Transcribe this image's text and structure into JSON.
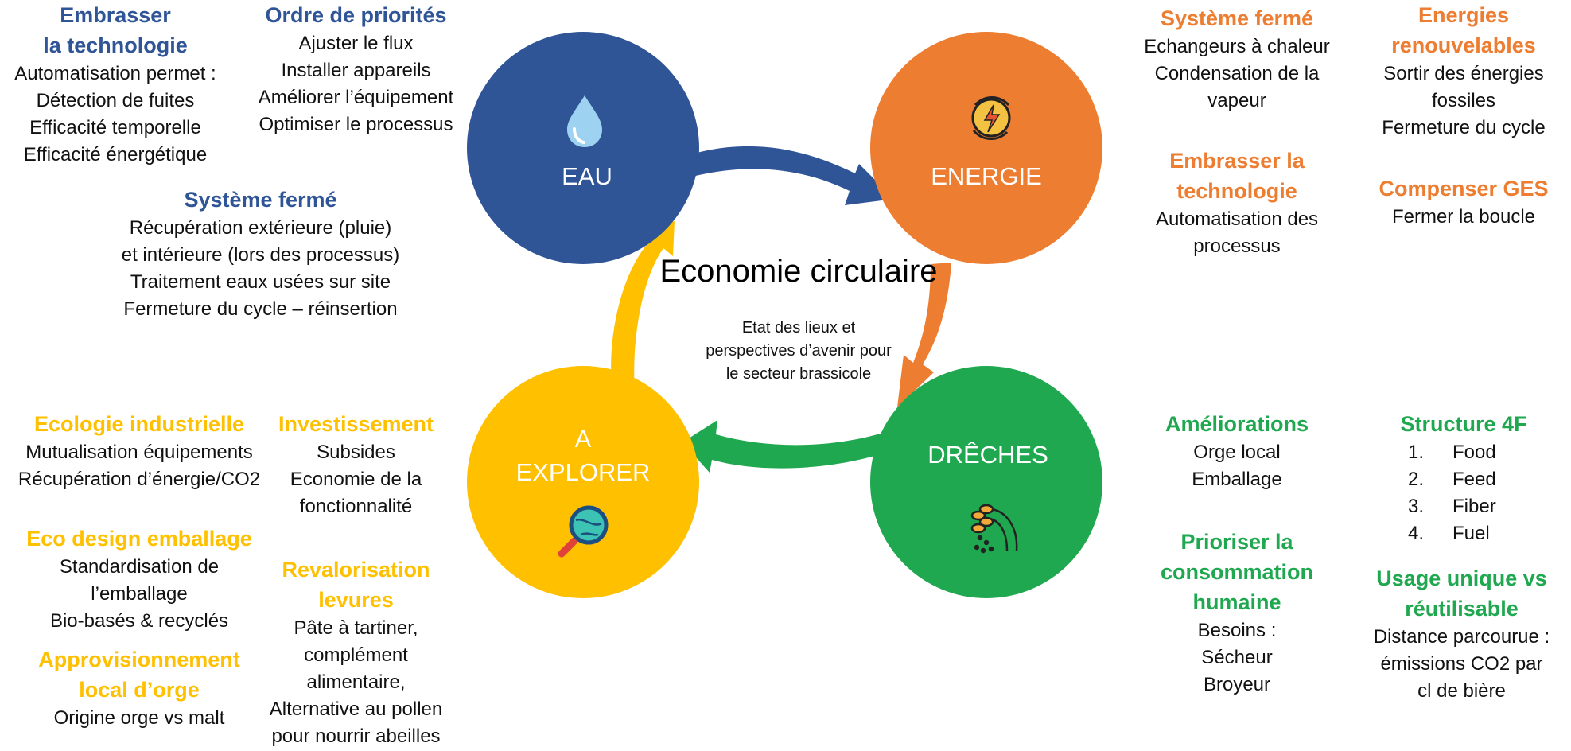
{
  "colors": {
    "water": "#2F5597",
    "energy": "#ED7D31",
    "spent_grain": "#1FA84F",
    "explore": "#FFC000"
  },
  "center": {
    "title": "Economie circulaire",
    "subtitle": [
      "Etat des lieux et",
      "perspectives d’avenir pour",
      "le secteur brassicole"
    ]
  },
  "circles": {
    "water": {
      "label": "EAU",
      "icon": "water-drop-icon"
    },
    "energy": {
      "label": "ENERGIE",
      "icon": "renewable-energy-icon"
    },
    "spent_grain": {
      "label": "DRÊCHES",
      "icon": "grain-wheat-icon"
    },
    "explore": {
      "label_lines": [
        "A",
        "EXPLORER"
      ],
      "icon": "magnifier-globe-icon"
    }
  },
  "water": {
    "tech": {
      "title_lines": [
        "Embrasser",
        "la technologie"
      ],
      "lines": [
        "Automatisation permet :",
        "Détection de fuites",
        "Efficacité temporelle",
        "Efficacité énergétique"
      ]
    },
    "priorities": {
      "title": "Ordre de priorités",
      "lines": [
        "Ajuster le flux",
        "Installer appareils",
        "Améliorer l’équipement",
        "Optimiser le processus"
      ]
    },
    "closed": {
      "title": "Système fermé",
      "lines": [
        "Récupération extérieure (pluie)",
        "et intérieure (lors des processus)",
        "Traitement eaux usées sur site",
        "Fermeture du cycle – réinsertion"
      ]
    }
  },
  "energy": {
    "closed": {
      "title": "Système fermé",
      "lines": [
        "Echangeurs à chaleur",
        "Condensation de la",
        "vapeur"
      ]
    },
    "renewable": {
      "title_lines": [
        "Energies",
        "renouvelables"
      ],
      "lines": [
        "Sortir des énergies",
        "fossiles",
        "Fermeture du cycle"
      ]
    },
    "tech": {
      "title_lines": [
        "Embrasser la",
        "technologie"
      ],
      "lines": [
        "Automatisation des",
        "processus"
      ]
    },
    "ghg": {
      "title": "Compenser GES",
      "lines": [
        "Fermer la boucle"
      ]
    }
  },
  "spent_grain": {
    "improvements": {
      "title": "Améliorations",
      "lines": [
        "Orge local",
        "Emballage"
      ]
    },
    "structure": {
      "title": "Structure 4F",
      "items": [
        {
          "num": "1.",
          "text": "Food"
        },
        {
          "num": "2.",
          "text": "Feed"
        },
        {
          "num": "3.",
          "text": "Fiber"
        },
        {
          "num": "4.",
          "text": "Fuel"
        }
      ]
    },
    "human": {
      "title_lines": [
        "Prioriser la",
        "consommation",
        "humaine"
      ],
      "lines": [
        "Besoins :",
        "Sécheur",
        "Broyeur"
      ]
    },
    "single_use": {
      "title_lines": [
        "Usage unique vs",
        "réutilisable"
      ],
      "lines": [
        "Distance parcourue :",
        "émissions CO2 par",
        "cl de bière"
      ]
    }
  },
  "explore": {
    "industrial": {
      "title": "Ecologie industrielle",
      "lines": [
        "Mutualisation équipements",
        "Récupération d’énergie/CO2"
      ]
    },
    "investment": {
      "title": "Investissement",
      "lines": [
        "Subsides",
        "Economie de la",
        "fonctionnalité"
      ]
    },
    "ecodesign": {
      "title": "Eco design emballage",
      "lines": [
        "Standardisation de",
        "l’emballage",
        "Bio-basés & recyclés"
      ]
    },
    "yeast": {
      "title_lines": [
        "Revalorisation",
        "levures"
      ],
      "lines": [
        "Pâte à tartiner,",
        "complément",
        "alimentaire,",
        "Alternative au pollen",
        "pour nourrir abeilles"
      ]
    },
    "barley": {
      "title_lines": [
        "Approvisionnement",
        "local d’orge"
      ],
      "lines": [
        "Origine orge vs malt"
      ]
    }
  }
}
